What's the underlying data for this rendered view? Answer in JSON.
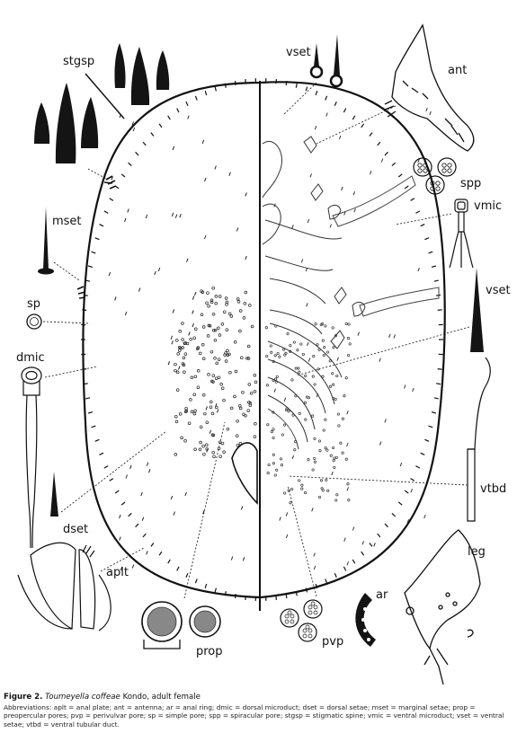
{
  "labels": {
    "stgsp": "stgsp",
    "mset": "mset",
    "sp": "sp",
    "dmic": "dmic",
    "dset": "dset",
    "aplt": "aplt",
    "prop": "prop",
    "vset_top": "vset",
    "ant": "ant",
    "spp": "spp",
    "vmic": "vmic",
    "vset_right": "vset",
    "vtbd": "vtbd",
    "leg": "leg",
    "ar": "ar",
    "pvp": "pvp"
  },
  "caption": {
    "figure_label": "Figure 2.",
    "species": "Toumeyella coffeae",
    "rest": " Kondo, adult female",
    "abbreviations": "Abbreviations: aplt = anal plate; ant = antenna; ar = anal ring; dmic = dorsal microduct; dset = dorsal setae; mset = marginal setae; prop = preopercular pores; pvp = perivulvar pore; sp = simple pore; spp = spiracular pore; stgsp = stigmatic spine; vmic = ventral microduct; vset = ventral setae; vtbd = ventral tubular duct."
  }
}
